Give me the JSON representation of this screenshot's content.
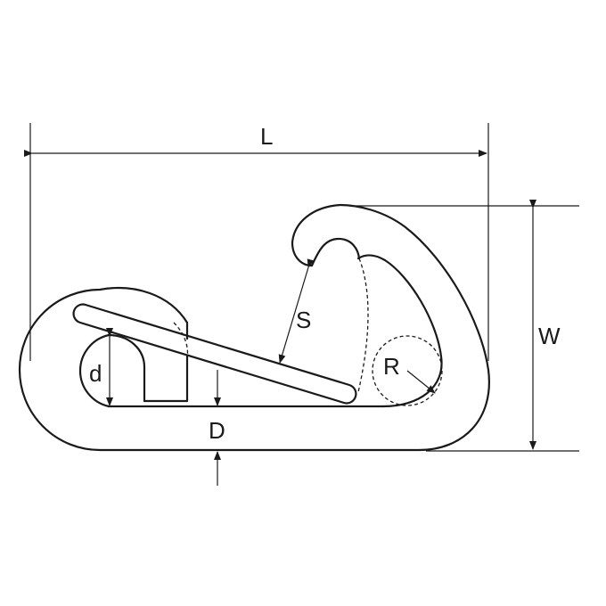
{
  "diagram": {
    "labels": {
      "length": "L",
      "width": "W",
      "spring_gate": "S",
      "radius": "R",
      "wire_diameter": "d",
      "opening": "D"
    },
    "colors": {
      "line": "#1a1a1a",
      "background": "#ffffff"
    }
  }
}
